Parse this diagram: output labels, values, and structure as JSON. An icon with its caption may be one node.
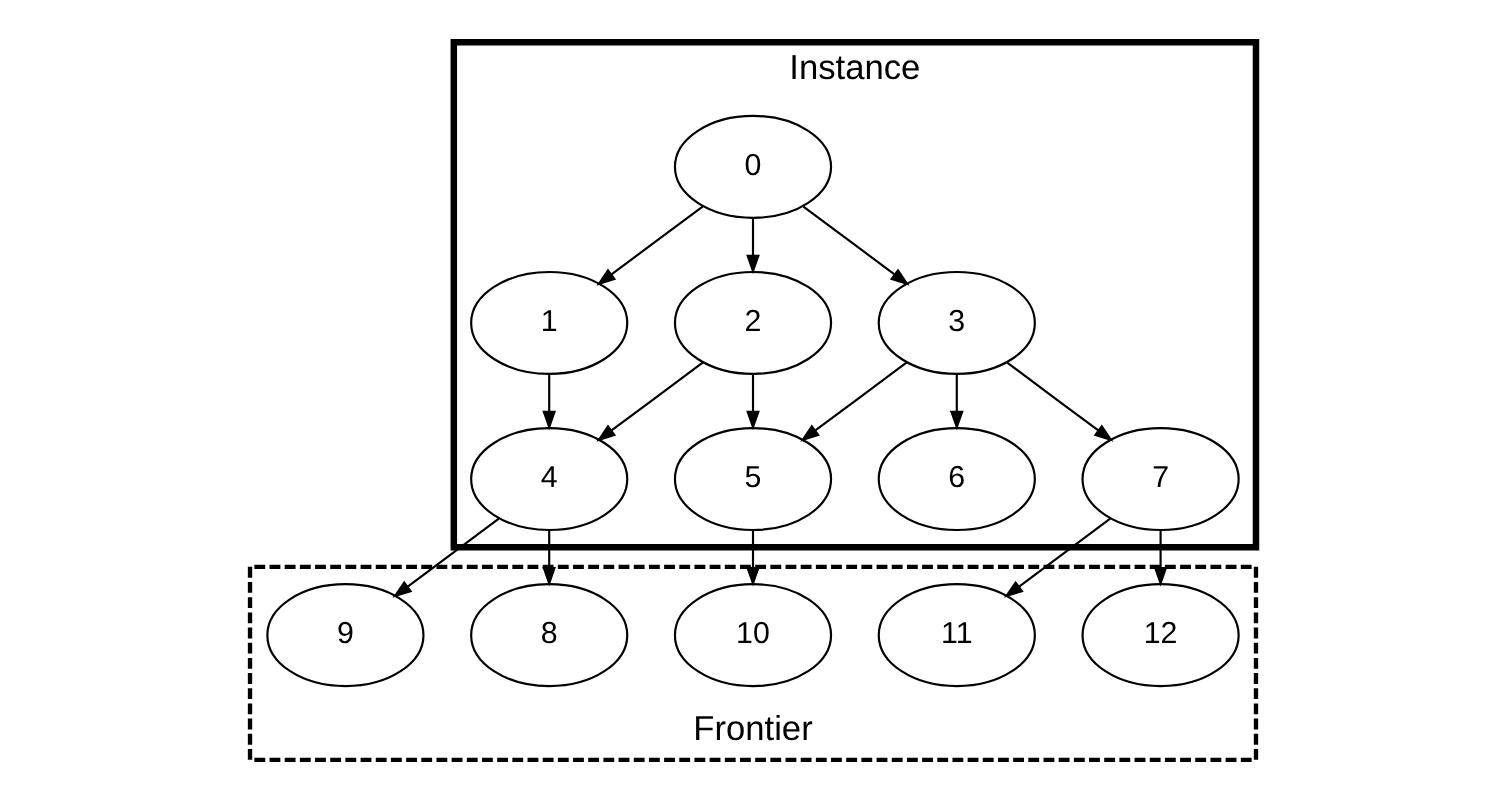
{
  "diagram": {
    "nodes": [
      {
        "text": [
          "Instance"
        ]
      },
      {
        "text": [
          "Frontier"
        ]
      },
      {
        "text": [
          "0"
        ],
        "in": 0
      },
      {
        "text": [
          "1"
        ],
        "in": 0
      },
      {
        "text": [
          "2"
        ],
        "in": 0
      },
      {
        "text": [
          "3"
        ],
        "in": 0
      },
      {
        "text": [
          "4"
        ],
        "in": 0
      },
      {
        "text": [
          "5"
        ],
        "in": 0
      },
      {
        "text": [
          "6"
        ],
        "in": 0
      },
      {
        "text": [
          "7"
        ],
        "in": 0
      },
      {
        "text": [
          "8"
        ],
        "in": 1
      },
      {
        "text": [
          "9"
        ],
        "in": 1
      },
      {
        "text": [
          "10"
        ],
        "in": 1
      },
      {
        "text": [
          "11"
        ],
        "in": 1
      },
      {
        "text": [
          "12"
        ],
        "in": 1
      }
    ],
    "edges": [
      {
        "from": 2,
        "to": 3,
        "arrow": "to"
      },
      {
        "from": 2,
        "to": 4,
        "arrow": "to"
      },
      {
        "from": 2,
        "to": 5,
        "arrow": "to"
      },
      {
        "from": 3,
        "to": 6,
        "arrow": "to"
      },
      {
        "from": 4,
        "to": 6,
        "arrow": "to"
      },
      {
        "from": 4,
        "to": 7,
        "arrow": "to"
      },
      {
        "from": 5,
        "to": 7,
        "arrow": "to"
      },
      {
        "from": 5,
        "to": 8,
        "arrow": "to"
      },
      {
        "from": 5,
        "to": 9,
        "arrow": "to"
      },
      {
        "from": 6,
        "to": 10,
        "arrow": "to"
      },
      {
        "from": 6,
        "to": 11,
        "arrow": "to"
      },
      {
        "from": 7,
        "to": 12,
        "arrow": "to"
      },
      {
        "from": 9,
        "to": 13,
        "arrow": "to"
      },
      {
        "from": 9,
        "to": 14,
        "arrow": "to"
      }
    ]
  }
}
